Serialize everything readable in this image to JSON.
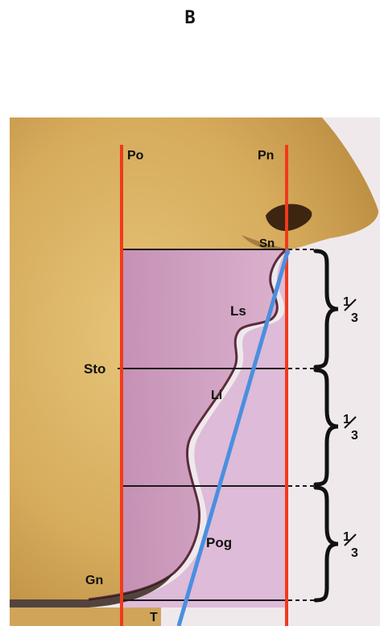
{
  "panel_label": "B",
  "labels": {
    "po": "Po",
    "pn": "Pn",
    "sn": "Sn",
    "ls": "Ls",
    "sto": "Sto",
    "li": "Li",
    "pog": "Pog",
    "gn": "Gn",
    "t": "T"
  },
  "fractions": [
    {
      "num": "1",
      "den": "3"
    },
    {
      "num": "1",
      "den": "3"
    },
    {
      "num": "1",
      "den": "3"
    }
  ],
  "colors": {
    "skin": "#d6ab5c",
    "shaded_region": "#d3a2c8",
    "vertical_lines": "#f03a1a",
    "diagonal_line": "#4a8fe0",
    "horizontal_lines": "#1a1a1a"
  }
}
